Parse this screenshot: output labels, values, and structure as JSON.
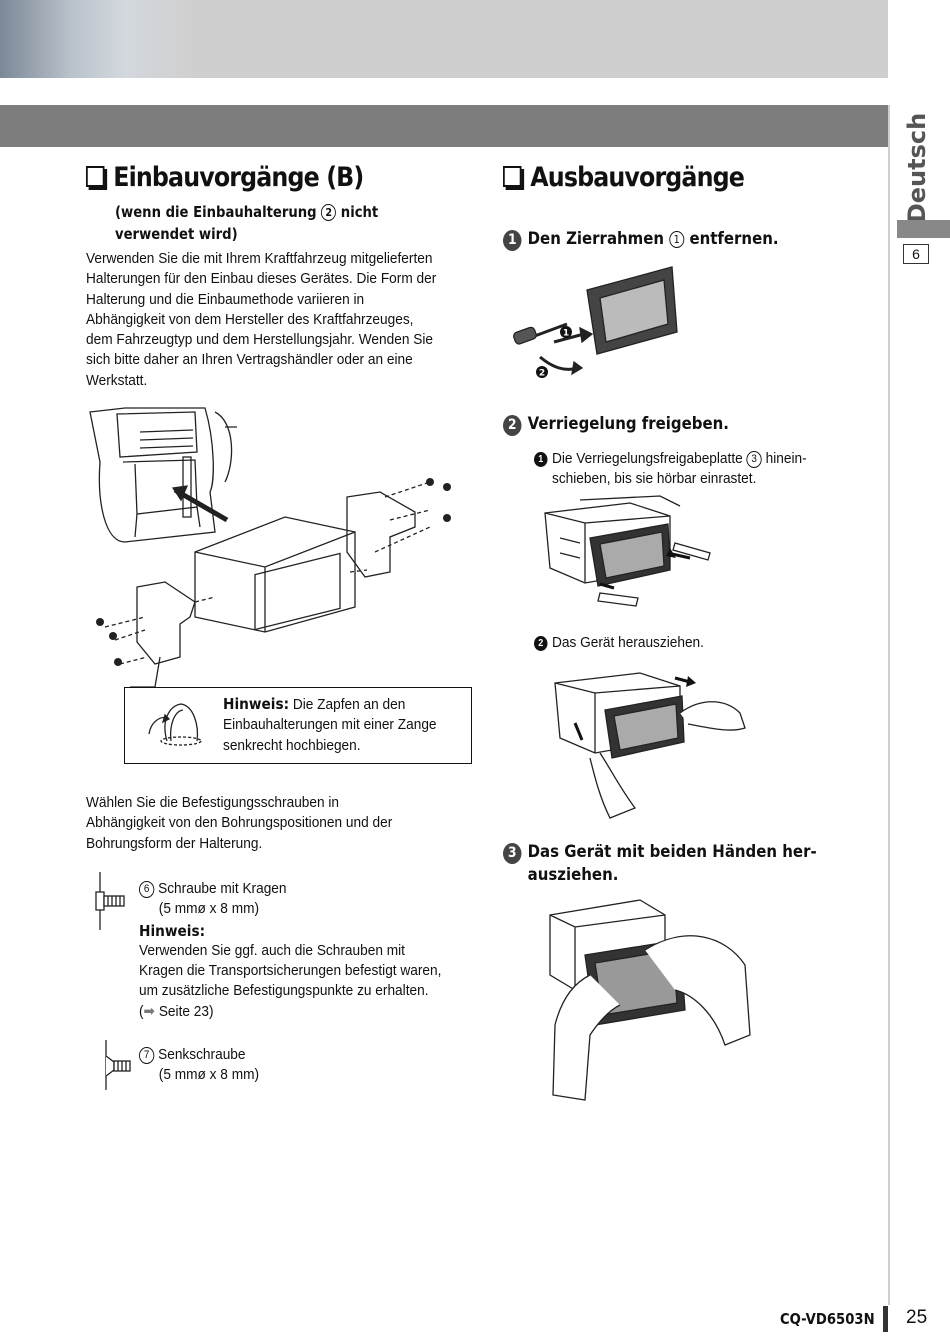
{
  "header": {
    "language_tab": "Deutsch",
    "language_number": "6"
  },
  "left": {
    "title": "Einbauvorgänge (B)",
    "subtitle_pre": "(wenn die Einbauhalterung ",
    "subtitle_num": "2",
    "subtitle_post": " nicht verwendet wird)",
    "intro_lines": [
      "Verwenden Sie die mit Ihrem Kraftfahrzeug mitgelieferten",
      "Halterungen für den Einbau dieses Gerätes. Die Form der",
      "Halterung und die Einbaumethode variieren in",
      "Abhängigkeit von dem Hersteller des Kraftfahrzeuges,",
      "dem Fahrzeugtyp und dem Herstellungsjahr. Wenden Sie",
      "sich bitte daher an Ihren Vertragshändler oder an eine",
      "Werkstatt."
    ],
    "note": {
      "label": "Hinweis:",
      "line1_rest": " Die Zapfen an den",
      "line2": "Einbauhalterungen mit einer Zange",
      "line3": "senkrecht hochbiegen."
    },
    "choose_lines": [
      "Wählen Sie die Befestigungsschrauben in",
      "Abhängigkeit von den Bohrungspositionen und der",
      "Bohrungsform der Halterung."
    ],
    "screw6": {
      "num": "6",
      "name": "Schraube mit Kragen",
      "size": "(5 mmø x 8 mm)",
      "hinweis_label": "Hinweis:",
      "hinweis_lines": [
        "Verwenden Sie ggf. auch die Schrauben mit",
        "Kragen die Transportsicherungen befestigt waren,",
        "um zusätzliche Befestigungspunkte zu erhalten."
      ],
      "ref_open": "(",
      "ref_arrow": "➡",
      "ref_text": " Seite 23)"
    },
    "screw7": {
      "num": "7",
      "name": "Senkschraube",
      "size": "(5 mmø x 8 mm)"
    }
  },
  "right": {
    "title": "Ausbauvorgänge",
    "step1": {
      "num": "1",
      "text_pre": "Den Zierrahmen ",
      "ref": "1",
      "text_post": " entfernen.",
      "fig_labels": [
        "1",
        "2"
      ]
    },
    "step2": {
      "num": "2",
      "text": "Verriegelung freigeben.",
      "sub1_num": "1",
      "sub1_pre": "Die Verriegelungsfreigabeplatte ",
      "sub1_ref": "3",
      "sub1_post": " hinein-",
      "sub1_line2": "schieben, bis sie hörbar einrastet.",
      "sub2_num": "2",
      "sub2_text": "Das Gerät herausziehen."
    },
    "step3": {
      "num": "3",
      "line1": "Das Gerät mit beiden Händen her-",
      "line2": "ausziehen."
    }
  },
  "footer": {
    "model": "CQ-VD6503N",
    "page": "25"
  }
}
